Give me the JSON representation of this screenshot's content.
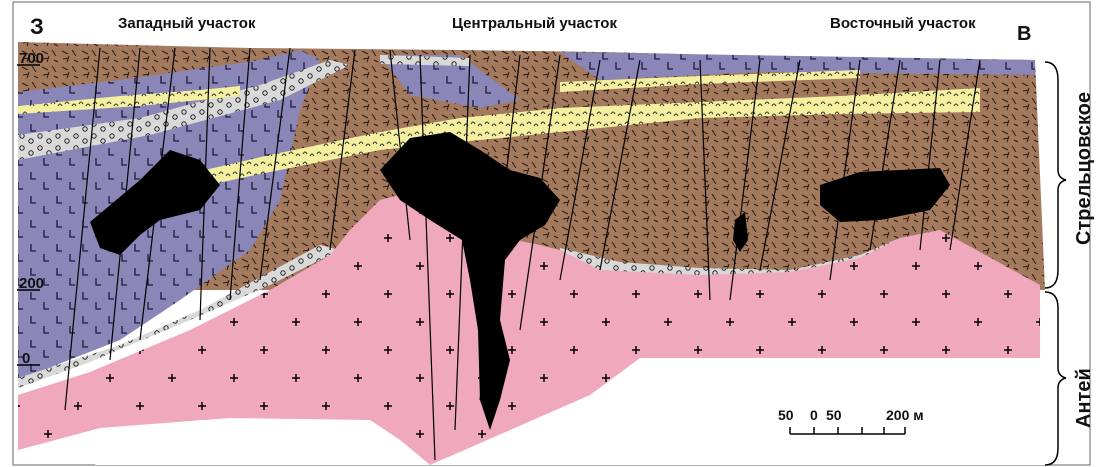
{
  "labels": {
    "west_dir": "З",
    "east_dir": "В",
    "west_section": "Западный участок",
    "central_section": "Центральный участок",
    "east_section": "Восточный участок"
  },
  "elevations": [
    "700",
    "200",
    "0"
  ],
  "side_units": {
    "upper": "Стрельцовское",
    "lower": "Антей"
  },
  "scale_bar": {
    "ticks": [
      "50",
      "0",
      "50",
      "200 м"
    ]
  },
  "colors": {
    "brown_tuff": "#a47a5e",
    "purple_basalt": "#8b86b8",
    "yellow_layer": "#f5f0a0",
    "gray_conglomerate": "#d9d9d9",
    "pink_granite": "#f0a8bd",
    "ore": "#000000"
  }
}
